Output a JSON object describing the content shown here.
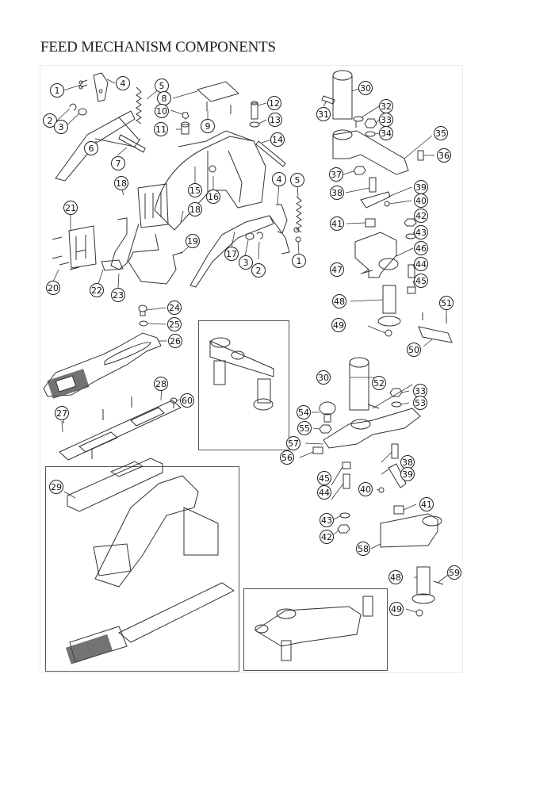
{
  "title": "FEED MECHANISM COMPONENTS",
  "callouts": [
    {
      "id": "c1a",
      "label": "1"
    },
    {
      "id": "c2a",
      "label": "2"
    },
    {
      "id": "c3a",
      "label": "3"
    },
    {
      "id": "c4a",
      "label": "4"
    },
    {
      "id": "c5a",
      "label": "5"
    },
    {
      "id": "c6",
      "label": "6"
    },
    {
      "id": "c7",
      "label": "7"
    },
    {
      "id": "c8",
      "label": "8"
    },
    {
      "id": "c9",
      "label": "9"
    },
    {
      "id": "c10",
      "label": "10"
    },
    {
      "id": "c11",
      "label": "11"
    },
    {
      "id": "c12",
      "label": "12"
    },
    {
      "id": "c13",
      "label": "13"
    },
    {
      "id": "c14",
      "label": "14"
    },
    {
      "id": "c15",
      "label": "15"
    },
    {
      "id": "c16",
      "label": "16"
    },
    {
      "id": "c17",
      "label": "17"
    },
    {
      "id": "c18a",
      "label": "18"
    },
    {
      "id": "c18b",
      "label": "18"
    },
    {
      "id": "c19",
      "label": "19"
    },
    {
      "id": "c20",
      "label": "20"
    },
    {
      "id": "c21",
      "label": "21"
    },
    {
      "id": "c22",
      "label": "22"
    },
    {
      "id": "c23",
      "label": "23"
    },
    {
      "id": "c4b",
      "label": "4"
    },
    {
      "id": "c5b",
      "label": "5"
    },
    {
      "id": "c3b",
      "label": "3"
    },
    {
      "id": "c2b",
      "label": "2"
    },
    {
      "id": "c1b",
      "label": "1"
    },
    {
      "id": "c24",
      "label": "24"
    },
    {
      "id": "c25",
      "label": "25"
    },
    {
      "id": "c26",
      "label": "26"
    },
    {
      "id": "c27",
      "label": "27"
    },
    {
      "id": "c28",
      "label": "28"
    },
    {
      "id": "c60",
      "label": "60"
    },
    {
      "id": "c29",
      "label": "29"
    },
    {
      "id": "c30a",
      "label": "30"
    },
    {
      "id": "c31",
      "label": "31"
    },
    {
      "id": "c32",
      "label": "32"
    },
    {
      "id": "c33a",
      "label": "33"
    },
    {
      "id": "c34",
      "label": "34"
    },
    {
      "id": "c35",
      "label": "35"
    },
    {
      "id": "c36",
      "label": "36"
    },
    {
      "id": "c37",
      "label": "37"
    },
    {
      "id": "c38a",
      "label": "38"
    },
    {
      "id": "c39a",
      "label": "39"
    },
    {
      "id": "c40a",
      "label": "40"
    },
    {
      "id": "c41a",
      "label": "41"
    },
    {
      "id": "c42a",
      "label": "42"
    },
    {
      "id": "c43a",
      "label": "43"
    },
    {
      "id": "c46",
      "label": "46"
    },
    {
      "id": "c44a",
      "label": "44"
    },
    {
      "id": "c45a",
      "label": "45"
    },
    {
      "id": "c47",
      "label": "47"
    },
    {
      "id": "c48a",
      "label": "48"
    },
    {
      "id": "c49a",
      "label": "49"
    },
    {
      "id": "c51",
      "label": "51"
    },
    {
      "id": "c50",
      "label": "50"
    },
    {
      "id": "c30b",
      "label": "30"
    },
    {
      "id": "c52",
      "label": "52"
    },
    {
      "id": "c33b",
      "label": "33"
    },
    {
      "id": "c53",
      "label": "53"
    },
    {
      "id": "c54",
      "label": "54"
    },
    {
      "id": "c55",
      "label": "55"
    },
    {
      "id": "c57",
      "label": "57"
    },
    {
      "id": "c56",
      "label": "56"
    },
    {
      "id": "c38b",
      "label": "38"
    },
    {
      "id": "c39b",
      "label": "39"
    },
    {
      "id": "c40b",
      "label": "40"
    },
    {
      "id": "c45b",
      "label": "45"
    },
    {
      "id": "c44b",
      "label": "44"
    },
    {
      "id": "c41b",
      "label": "41"
    },
    {
      "id": "c43b",
      "label": "43"
    },
    {
      "id": "c42b",
      "label": "42"
    },
    {
      "id": "c58",
      "label": "58"
    },
    {
      "id": "c48b",
      "label": "48"
    },
    {
      "id": "c59",
      "label": "59"
    },
    {
      "id": "c49b",
      "label": "49"
    }
  ]
}
